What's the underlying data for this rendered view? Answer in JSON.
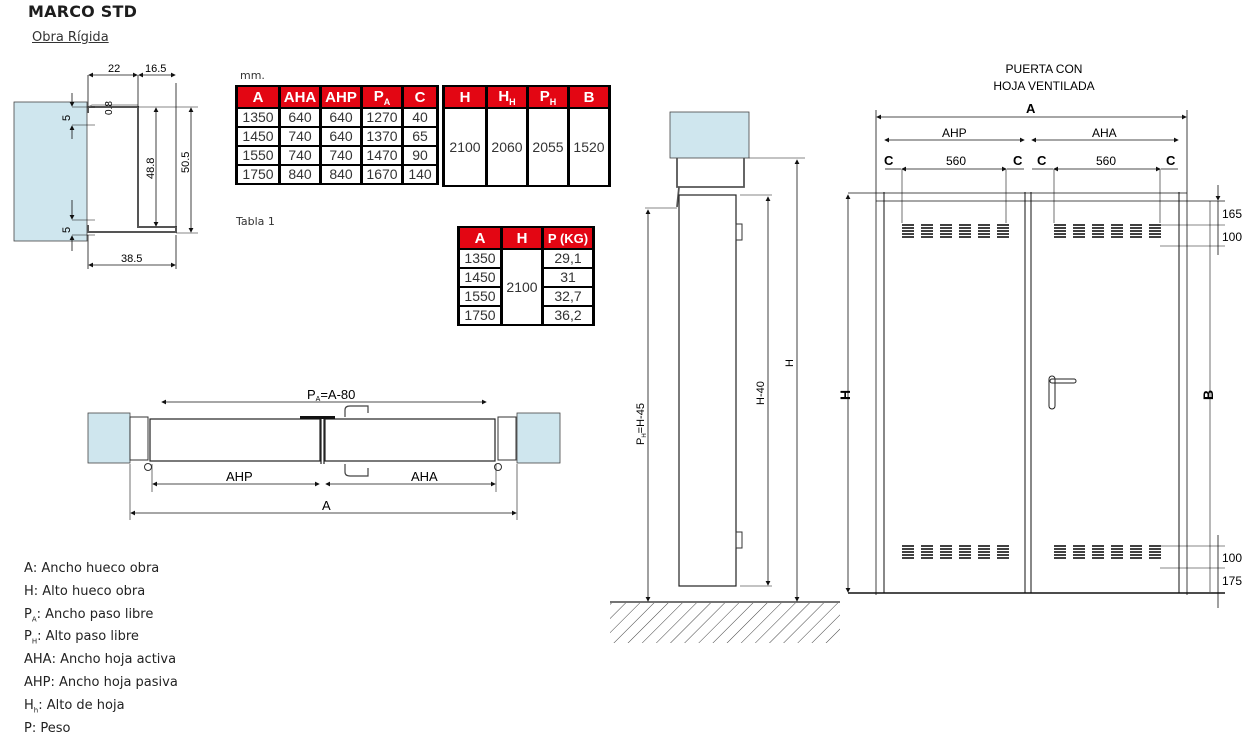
{
  "header": {
    "title": "MARCO STD",
    "subtitle": "Obra Rígida"
  },
  "profile_detail": {
    "dimensions": {
      "top_left": "22",
      "top_right": "16.5",
      "thickness": "0.8",
      "lip_top": "5",
      "lip_bottom": "5",
      "inner_height": "48.8",
      "outer_height": "50.5",
      "base_width": "38.5"
    },
    "wall_color": "#cfe6ee"
  },
  "unit_label": "mm.",
  "table1_label": "Tabla 1",
  "table_main": {
    "headers": [
      "A",
      "AHA",
      "AHP",
      "P",
      "C"
    ],
    "header_subs": [
      "",
      "",
      "",
      "A",
      ""
    ],
    "rows": [
      [
        "1350",
        "640",
        "640",
        "1270",
        "40"
      ],
      [
        "1450",
        "740",
        "640",
        "1370",
        "65"
      ],
      [
        "1550",
        "740",
        "740",
        "1470",
        "90"
      ],
      [
        "1750",
        "840",
        "840",
        "1670",
        "140"
      ]
    ]
  },
  "table_heights": {
    "headers": [
      "H",
      "H",
      "P",
      "B"
    ],
    "header_subs": [
      "",
      "H",
      "H",
      ""
    ],
    "values": [
      "2100",
      "2060",
      "2055",
      "1520"
    ]
  },
  "table_weight": {
    "headers": [
      "A",
      "H",
      "P (KG)"
    ],
    "h_value": "2100",
    "rows": [
      [
        "1350",
        "29,1"
      ],
      [
        "1450",
        "31"
      ],
      [
        "1550",
        "32,7"
      ],
      [
        "1750",
        "36,2"
      ]
    ]
  },
  "plan_view": {
    "pa_label": "P",
    "pa_sub": "A",
    "pa_formula": "=A-80",
    "ahp_label": "AHP",
    "aha_label": "AHA",
    "a_label": "A"
  },
  "section_view": {
    "ph_label": "P",
    "ph_sub": "H",
    "ph_formula": "=H-45",
    "h40_label": "H-40",
    "h_label": "H"
  },
  "elevation": {
    "title_line1": "PUERTA CON",
    "title_line2": "HOJA VENTILADA",
    "a_label": "A",
    "ahp_label": "AHP",
    "aha_label": "AHA",
    "c_label": "C",
    "vent_width": "560",
    "h_label": "H",
    "b_label": "B",
    "right_dims": [
      "165",
      "100",
      "100",
      "175"
    ]
  },
  "legend": [
    {
      "key": "A",
      "sub": "",
      "text": ": Ancho hueco obra"
    },
    {
      "key": "H",
      "sub": "",
      "text": ": Alto hueco obra"
    },
    {
      "key": "P",
      "sub": "A",
      "text": ": Ancho paso libre"
    },
    {
      "key": "P",
      "sub": "H",
      "text": ": Alto paso libre"
    },
    {
      "key": "AHA",
      "sub": "",
      "text": ": Ancho hoja activa"
    },
    {
      "key": "AHP",
      "sub": "",
      "text": ": Ancho hoja pasiva"
    },
    {
      "key": "H",
      "sub": "h",
      "text": ": Alto de hoja"
    },
    {
      "key": "P",
      "sub": "",
      "text": ": Peso"
    }
  ],
  "colors": {
    "header_red": "#e30613",
    "wall_blue": "#cfe6ee",
    "line": "#111111"
  }
}
